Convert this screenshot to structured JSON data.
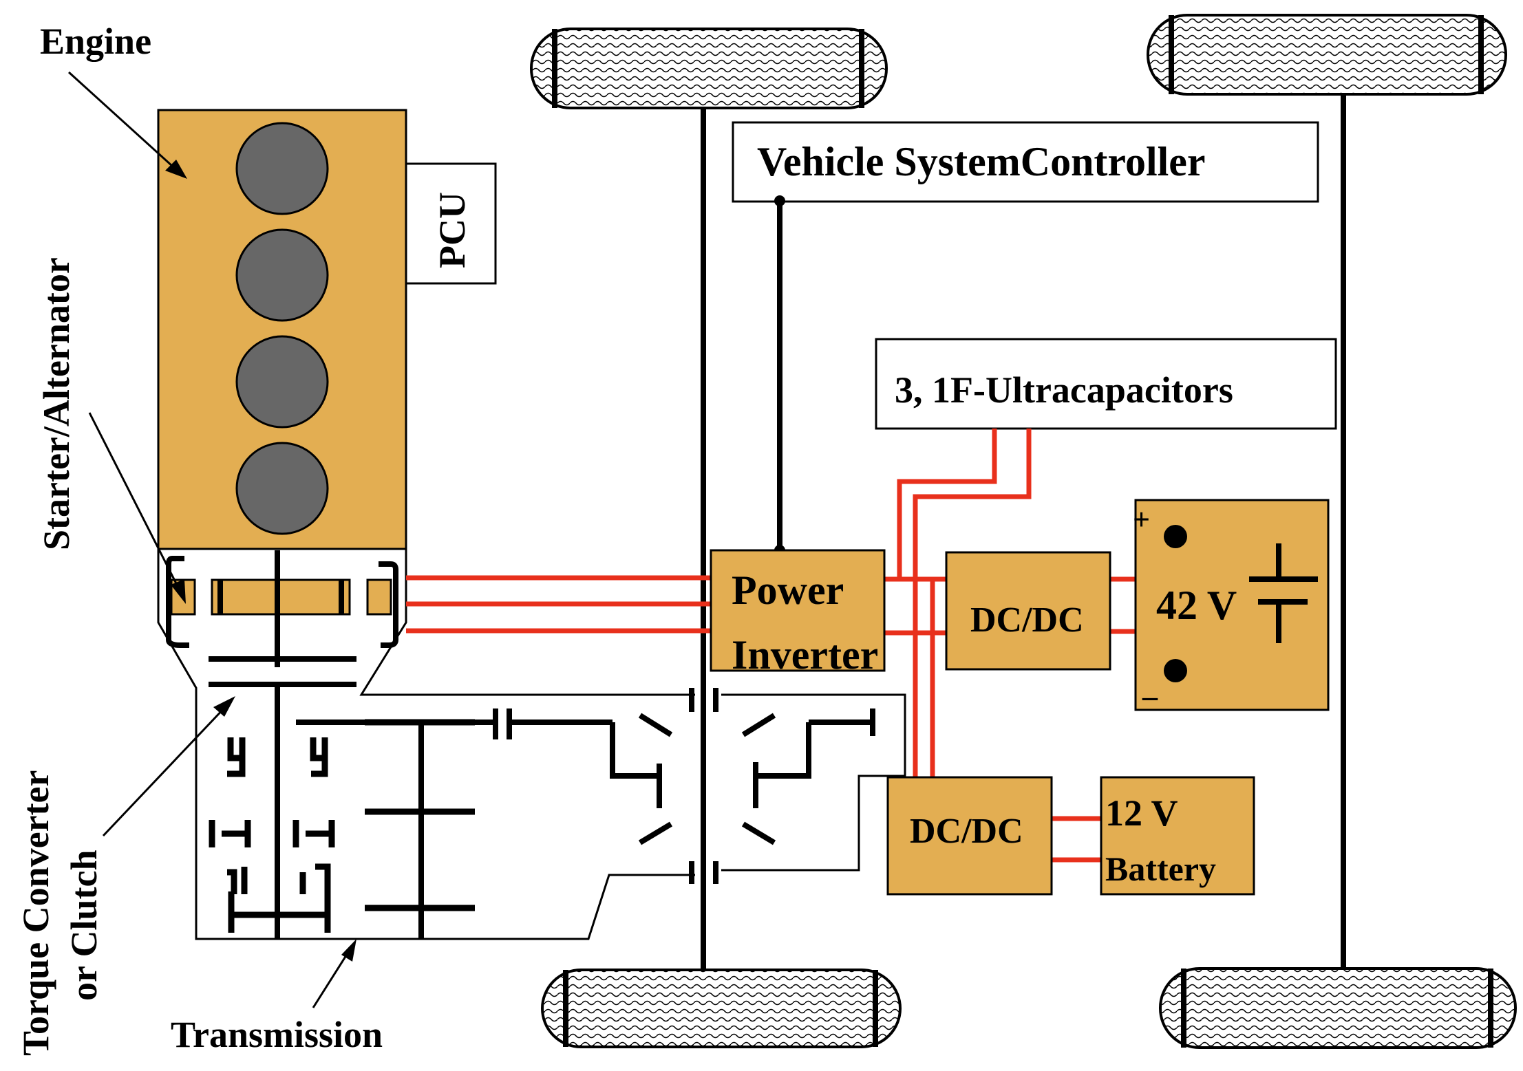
{
  "labels": {
    "engine": "Engine",
    "pcu": "PCU",
    "starter_alternator": "Starter/Alternator",
    "torque_converter_line1": "Torque Converter",
    "torque_converter_line2": "or Clutch",
    "transmission": "Transmission",
    "vehicle_system_controller": "Vehicle SystemController",
    "ultracapacitors": "3, 1F-Ultracapacitors",
    "power_inverter_line1": "Power",
    "power_inverter_line2": "Inverter",
    "dcdc_upper": "DC/DC",
    "dcdc_lower": "DC/DC",
    "battery_42v": "42 V",
    "battery_12v_line1": "12 V",
    "battery_12v_line2": "Battery",
    "plus_sign": "+",
    "minus_sign": "_"
  },
  "colors": {
    "component_fill": "#E3AE52",
    "cylinder_fill": "#676767",
    "power_wire": "#E8301C",
    "line": "#000000",
    "background": "#ffffff"
  }
}
